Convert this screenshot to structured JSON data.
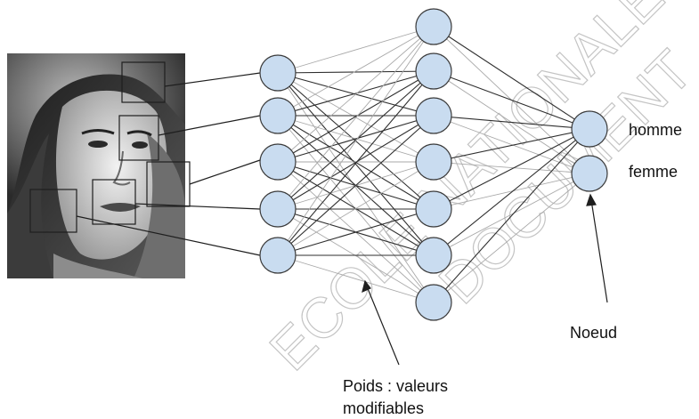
{
  "outputs": [
    "homme",
    "femme"
  ],
  "annotations": {
    "node": "Noeud",
    "weights_line1": "Poids : valeurs",
    "weights_line2": "modifiables"
  },
  "watermark": {
    "line1": "ECOLE NATIONALE SUP",
    "line2": "DOCUMENT"
  },
  "colors": {
    "node_fill": "#c9dcf0",
    "node_stroke": "#3a3a3a",
    "edge_dark": "#2f2f2f",
    "edge_light": "#a9a9a9",
    "watermark": "#c4c4c4"
  },
  "network": {
    "layer_sizes": [
      5,
      7,
      2
    ]
  }
}
